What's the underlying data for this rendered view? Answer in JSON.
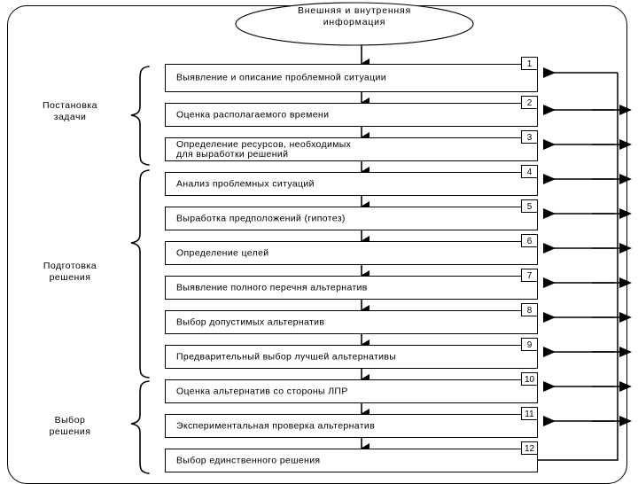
{
  "diagram": {
    "title_node": {
      "text": "Внешняя\nи внутренняя\nинформация",
      "shape": "ellipse"
    },
    "groups": [
      {
        "label": "Постановка\nзадачи",
        "steps": [
          1,
          2,
          3
        ]
      },
      {
        "label": "Подготовка\nрешения",
        "steps": [
          4,
          5,
          6,
          7,
          8,
          9
        ]
      },
      {
        "label": "Выбор\nрешения",
        "steps": [
          10,
          11,
          12
        ]
      }
    ],
    "steps": [
      {
        "num": "1",
        "text": "Выявление и описание проблемной ситуации"
      },
      {
        "num": "2",
        "text": "Оценка располагаемого времени"
      },
      {
        "num": "3",
        "text": "Определение ресурсов, необходимых\nдля выработки решений"
      },
      {
        "num": "4",
        "text": "Анализ проблемных ситуаций"
      },
      {
        "num": "5",
        "text": "Выработка предположений (гипотез)"
      },
      {
        "num": "6",
        "text": "Определение целей"
      },
      {
        "num": "7",
        "text": "Выявление полного перечня альтернатив"
      },
      {
        "num": "8",
        "text": "Выбор допустимых альтернатив"
      },
      {
        "num": "9",
        "text": "Предварительный выбор лучшей альтернативы"
      },
      {
        "num": "10",
        "text": "Оценка альтернатив со стороны ЛПР"
      },
      {
        "num": "11",
        "text": "Экспериментальная проверка альтернатив"
      },
      {
        "num": "12",
        "text": "Выбор единственного решения"
      }
    ],
    "colors": {
      "line": "#000000",
      "background": "#ffffff",
      "text": "#000000"
    }
  }
}
